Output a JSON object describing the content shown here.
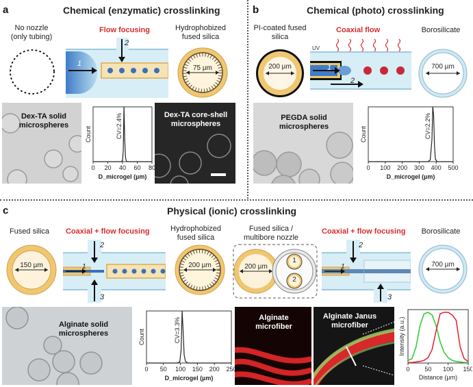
{
  "panel_a": {
    "letter": "a",
    "title": "Chemical (enzymatic) crosslinking",
    "left_label": "No nozzle\n(only tubing)",
    "center_label": "Flow focusing",
    "right_label": "Hydrophobized\nfused silica",
    "ring_label": "75 µm",
    "arrow1": "1",
    "arrow2": "2",
    "photo1_text": "Dex-TA solid\nmicrospheres",
    "photo2_text": "Dex-TA core-shell\nmicrospheres"
  },
  "panel_b": {
    "letter": "b",
    "title": "Chemical (photo) crosslinking",
    "left_label": "PI-coated fused\nsilica",
    "center_label": "Coaxial flow",
    "right_label": "Borosilicate",
    "ring_left_label": "200 µm",
    "ring_right_label": "700 µm",
    "uv_label": "UV",
    "arrow1": "1",
    "arrow2": "2",
    "photo_text": "PEGDA solid\nmicrospheres"
  },
  "panel_c": {
    "letter": "c",
    "title": "Physical (ionic) crosslinking",
    "left_label": "Fused silica",
    "center_left_label": "Coaxial + flow focusing",
    "right_left_label": "Hydrophobized\nfused silica",
    "ring1_label": "150 µm",
    "ring2_label": "200 µm",
    "center_right_label_top": "Fused silica /\nmultibore nozzle",
    "center_right_label": "Coaxial + flow focusing",
    "right_label": "Borosilicate",
    "ring3_label": "200 µm",
    "ring4_label": "700 µm",
    "multibore_1": "1",
    "multibore_2": "2",
    "arrow1": "1",
    "arrow2": "2",
    "arrow3": "3",
    "photo1_text": "Alginate solid\nmicrospheres",
    "photo2_text": "Alginate\nmicrofiber",
    "photo3_text": "Alginate Janus\nmicrofiber"
  },
  "chart_data": [
    {
      "type": "line",
      "panel": "a",
      "xlabel": "D_microgel (µm)",
      "ylabel": "Count",
      "xlim": [
        0,
        80
      ],
      "xticks": [
        0,
        20,
        40,
        60,
        80
      ],
      "x": [
        0,
        36,
        38,
        40,
        41,
        42,
        43,
        44,
        45,
        46,
        48,
        80
      ],
      "y": [
        0,
        0,
        0,
        2,
        20,
        100,
        40,
        8,
        2,
        0,
        0,
        0
      ],
      "annotation": "CV=2.4%"
    },
    {
      "type": "line",
      "panel": "b",
      "xlabel": "D_microgel (µm)",
      "ylabel": "Count",
      "xlim": [
        0,
        500
      ],
      "xticks": [
        0,
        100,
        200,
        300,
        400,
        500
      ],
      "x": [
        0,
        350,
        365,
        375,
        380,
        385,
        390,
        395,
        405,
        500
      ],
      "y": [
        0,
        0,
        3,
        40,
        100,
        85,
        30,
        5,
        0,
        0
      ],
      "annotation": "CV=2.2%"
    },
    {
      "type": "line",
      "panel": "c",
      "xlabel": "D_microgel (µm)",
      "ylabel": "Count",
      "xlim": [
        0,
        250
      ],
      "xticks": [
        0,
        50,
        100,
        150,
        200,
        250
      ],
      "x": [
        0,
        90,
        98,
        102,
        105,
        108,
        111,
        115,
        122,
        250
      ],
      "y": [
        0,
        0,
        2,
        25,
        100,
        60,
        15,
        3,
        0,
        0
      ],
      "annotation": "CV=3.3%"
    },
    {
      "type": "line",
      "panel": "c-janus",
      "xlabel": "Distance (µm)",
      "ylabel": "Intensity (a.u.)",
      "xlim": [
        0,
        150
      ],
      "xticks": [
        0,
        50,
        100,
        150
      ],
      "series": [
        {
          "name": "green",
          "color": "#33cc33",
          "x": [
            0,
            10,
            20,
            30,
            40,
            50,
            60,
            70,
            80,
            90,
            100,
            110,
            120,
            130,
            140,
            150
          ],
          "y": [
            5,
            8,
            30,
            70,
            92,
            95,
            90,
            70,
            40,
            20,
            10,
            5,
            3,
            2,
            1,
            1
          ]
        },
        {
          "name": "red",
          "color": "#e8283a",
          "x": [
            0,
            10,
            20,
            30,
            40,
            50,
            60,
            70,
            80,
            90,
            100,
            110,
            120,
            130,
            140,
            150
          ],
          "y": [
            1,
            1,
            2,
            3,
            5,
            10,
            25,
            60,
            92,
            95,
            95,
            90,
            80,
            30,
            8,
            3
          ]
        }
      ]
    }
  ]
}
